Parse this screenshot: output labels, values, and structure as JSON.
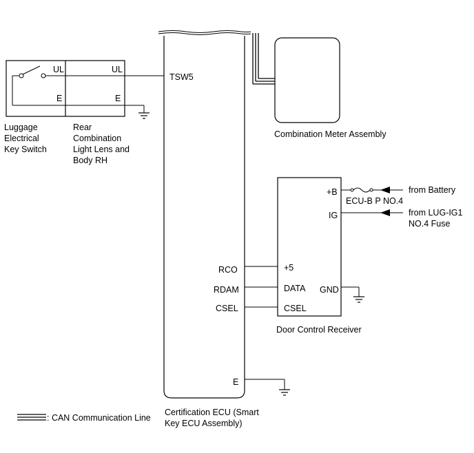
{
  "luggage_switch": {
    "pin_ul": "UL",
    "pin_e": "E",
    "caption": [
      "Luggage",
      "Electrical",
      "Key Switch"
    ]
  },
  "rear_combination": {
    "pin_ul": "UL",
    "pin_e": "E",
    "caption": [
      "Rear",
      "Combination",
      "Light Lens and",
      "Body RH"
    ]
  },
  "certification_ecu": {
    "pins": {
      "tsw5": "TSW5",
      "rco": "RCO",
      "rdam": "RDAM",
      "csel": "CSEL",
      "e": "E"
    },
    "caption": [
      "Certification ECU (Smart",
      "Key ECU Assembly)"
    ]
  },
  "combination_meter": {
    "caption": "Combination Meter Assembly"
  },
  "door_control_receiver": {
    "pins": {
      "plus_b": "+B",
      "ig": "IG",
      "plus5": "+5",
      "data": "DATA",
      "csel": "CSEL",
      "gnd": "GND"
    },
    "caption": "Door Control Receiver"
  },
  "power": {
    "fuse_label": "ECU-B P NO.4",
    "battery_source": "from Battery",
    "ig_source": [
      "from LUG-IG1",
      "NO.4 Fuse"
    ]
  },
  "legend": {
    "can_line": ": CAN Communication Line"
  }
}
